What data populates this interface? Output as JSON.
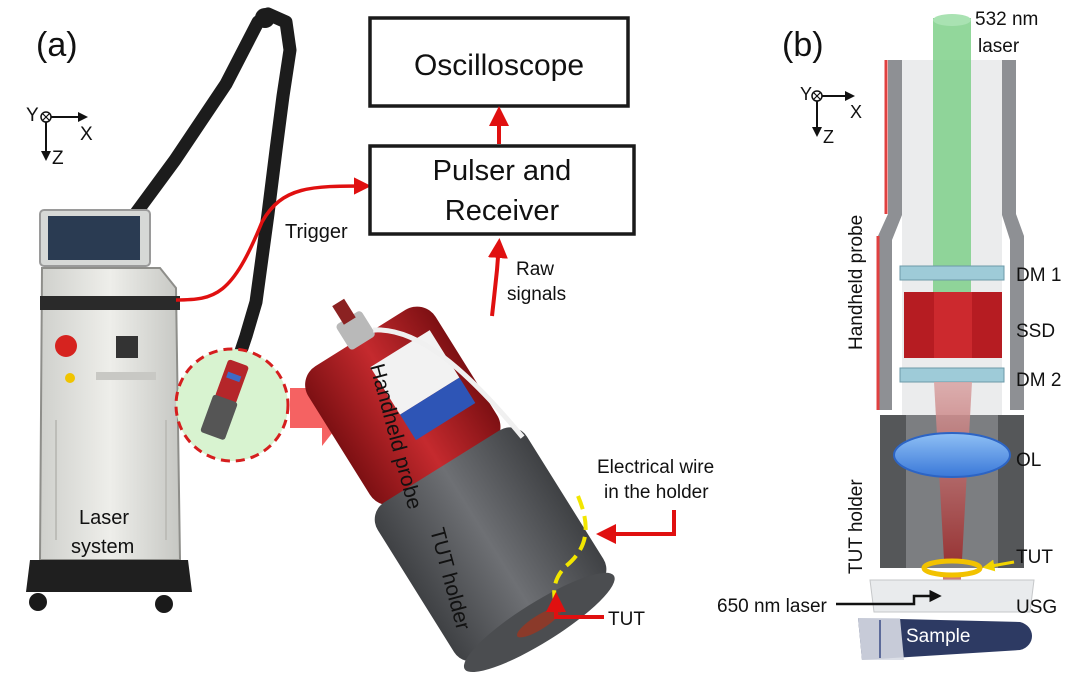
{
  "panel_a": {
    "label": "(a)",
    "axes": {
      "y": "Y",
      "x": "X",
      "z": "Z"
    },
    "oscilloscope": "Oscilloscope",
    "pulser_line1": "Pulser and",
    "pulser_line2": "Receiver",
    "trigger": "Trigger",
    "raw_line1": "Raw",
    "raw_line2": "signals",
    "laser_line1": "Laser",
    "laser_line2": "system",
    "handheld_probe": "Handheld probe",
    "tut_holder": "TUT holder",
    "wire_line1": "Electrical wire",
    "wire_line2": "in the holder",
    "tut": "TUT"
  },
  "panel_b": {
    "label": "(b)",
    "laser532_line1": "532 nm",
    "laser532_line2": "laser",
    "axes": {
      "y": "Y",
      "x": "X",
      "z": "Z"
    },
    "handheld_probe": "Handheld probe",
    "tut_holder": "TUT holder",
    "dm1": "DM 1",
    "ssd": "SSD",
    "dm2": "DM 2",
    "ol": "OL",
    "tut": "TUT",
    "usg": "USG",
    "laser650": "650 nm laser",
    "sample": "Sample"
  },
  "colors": {
    "arrow_red": "#e01010",
    "probe_red": "#b01e22",
    "holder_gray": "#5d5f62",
    "green_beam": "#7fd08a",
    "lens_blue": "#4f8fe0",
    "wire_yellow": "#f2e600"
  }
}
